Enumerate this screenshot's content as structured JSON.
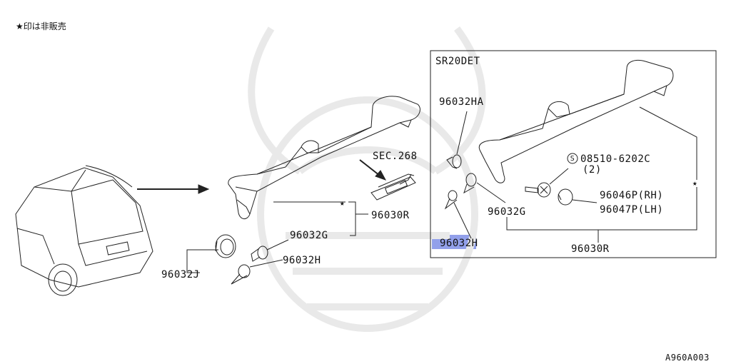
{
  "note": "★印は非販売",
  "inset": {
    "title": "SR20DET"
  },
  "labels": {
    "sec268": "SEC.268",
    "p96030R_main": "96030R",
    "p96032G_main": "96032G",
    "p96032H_main": "96032H",
    "p96032J": "96032J",
    "p96032HA": "96032HA",
    "p08510": "08510-6202C",
    "p08510_qty": "(2)",
    "p96046P": "96046P(RH)",
    "p96047P": "96047P(LH)",
    "p96032G_inset": "96032G",
    "p96032H_inset": "96032H",
    "p96030R_inset": "96030R"
  },
  "marks": {
    "star": "★",
    "screw_prefix": "S"
  },
  "diagram_id": "A960A003",
  "colors": {
    "line": "#222222",
    "highlight": "#7f8fe6",
    "watermark": "#e9e9e9"
  }
}
